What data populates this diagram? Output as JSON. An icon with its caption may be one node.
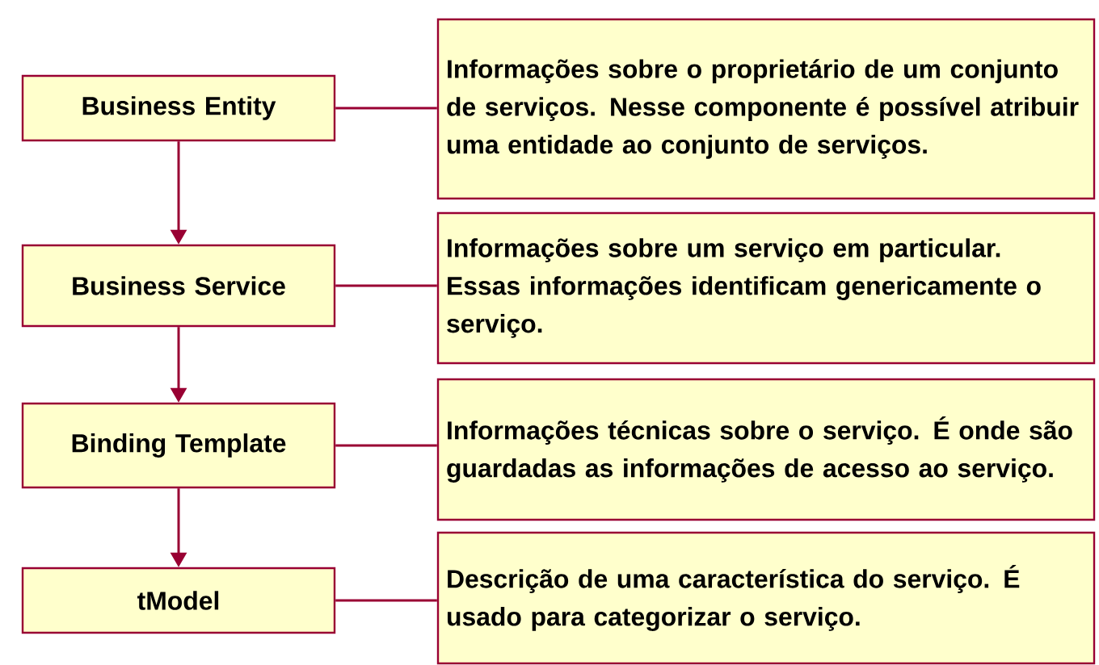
{
  "diagram": {
    "nodes": [
      {
        "text": [
          "Business Entity"
        ]
      },
      {
        "text": [
          "Informações sobre o proprietário de um conjunto de serviços. Nesse componente é possível atribuir uma entidade ao conjunto de serviços."
        ]
      },
      {
        "text": [
          "Business Service"
        ]
      },
      {
        "text": [
          "Informações sobre um serviço em particular. Essas informações identificam genericamente o serviço."
        ]
      },
      {
        "text": [
          "Binding Template"
        ]
      },
      {
        "text": [
          "Informações técnicas sobre o serviço. É onde são guardadas as informações de acesso ao serviço."
        ]
      },
      {
        "text": [
          "tModel"
        ]
      },
      {
        "text": [
          "Descrição de uma característica do serviço. É usado para categorizar o serviço."
        ]
      }
    ],
    "edges": [
      {
        "from": 0,
        "to": 2,
        "arrow": "to"
      },
      {
        "from": 2,
        "to": 4,
        "arrow": "to"
      },
      {
        "from": 4,
        "to": 6,
        "arrow": "to"
      },
      {
        "from": 0,
        "to": 1,
        "arrow": "none"
      },
      {
        "from": 2,
        "to": 3,
        "arrow": "none"
      },
      {
        "from": 4,
        "to": 5,
        "arrow": "none"
      },
      {
        "from": 6,
        "to": 7,
        "arrow": "none"
      }
    ]
  }
}
